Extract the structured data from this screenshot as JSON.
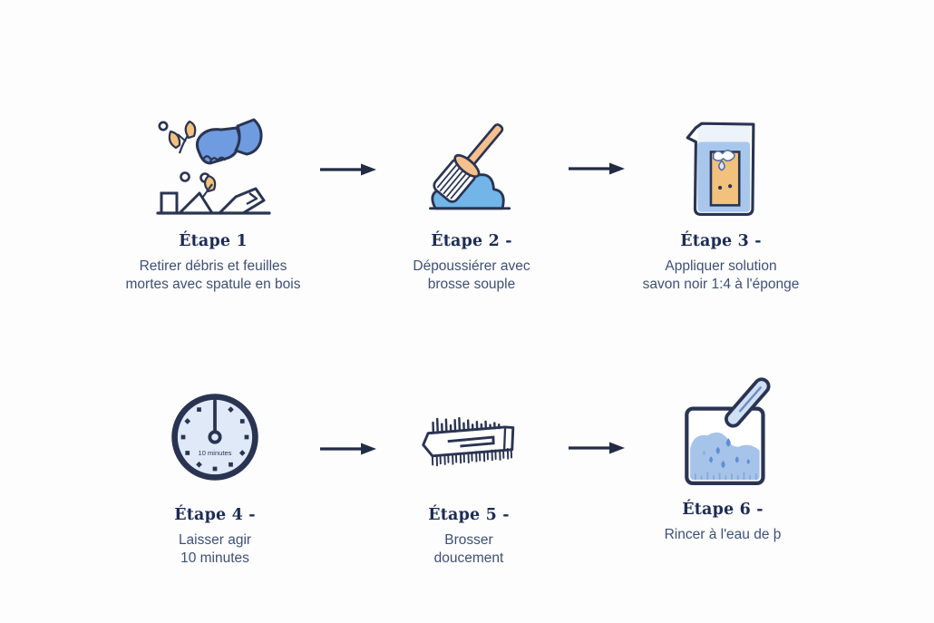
{
  "page": {
    "background": "#fdfdfd",
    "description": "Infographic with six illustrated cleaning steps in French, arranged in two rows of three, connected by right arrows"
  },
  "colors": {
    "outline_navy": "#2a3452",
    "title_navy": "#1d2c52",
    "body_text": "#3f5074",
    "arrow": "#222c44",
    "glove_blue": "#6f9be0",
    "mound_blue": "#72b5e8",
    "liquid_blue": "#a9c7ec",
    "clock_face_blue": "#dfe9f8",
    "water_blue": "#a6c3ea",
    "drop_blue": "#5e8fd4",
    "stick_blue": "#cfe0f4",
    "sponge_tan": "#f2c17d",
    "handle_tan": "#f5c08e"
  },
  "steps": [
    {
      "title": "Étape 1",
      "lines": [
        "Retirer débris et feuilles",
        "mortes avec spatule en bois"
      ],
      "icon": "gloved-hand-debris-icon"
    },
    {
      "title": "Étape 2 -",
      "lines": [
        "Dépoussiérer avec",
        "brosse souple"
      ],
      "icon": "broom-brush-icon"
    },
    {
      "title": "Étape 3 -",
      "lines": [
        "Appliquer solution",
        "savon noir 1:4 à l'éponge"
      ],
      "icon": "beaker-sponge-icon"
    },
    {
      "title": "Étape 4 -",
      "lines": [
        "Laisser agir",
        "10 minutes"
      ],
      "icon": "clock-icon",
      "icon_label": "10 minutes"
    },
    {
      "title": "Étape 5 -",
      "lines": [
        "Brosser",
        "doucement"
      ],
      "icon": "scrub-brush-icon"
    },
    {
      "title": "Étape 6 -",
      "lines": [
        "Rincer à l'eau de þ"
      ],
      "icon": "rinse-container-icon"
    }
  ]
}
